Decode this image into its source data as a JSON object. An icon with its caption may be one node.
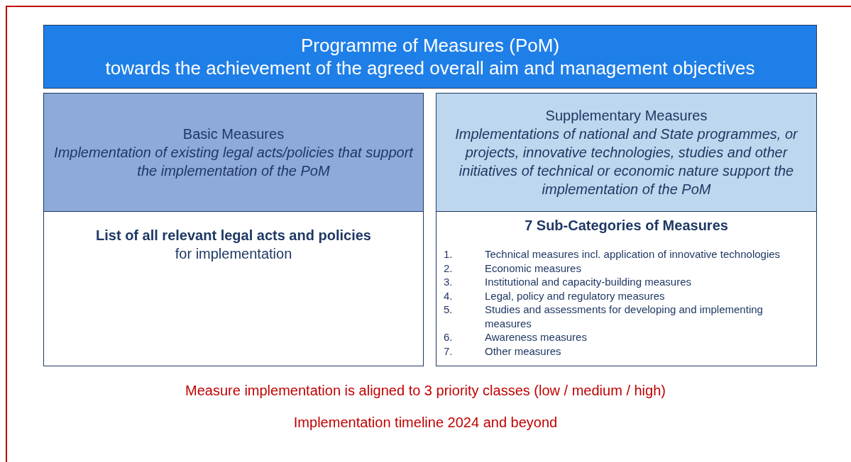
{
  "diagram": {
    "nodes": [
      {
        "text": [
          "Programme of Measures (PoM)",
          "towards the achievement of the agreed overall aim and management objectives"
        ]
      },
      {
        "text": [
          "Basic Measures",
          "Implementation of existing legal acts/policies that support the implementation of the PoM"
        ]
      },
      {
        "text": [
          "Supplementary Measures",
          "Implementations of national and State programmes, or projects, innovative technologies, studies and other initiatives of technical or economic nature support the implementation of the PoM"
        ]
      },
      {
        "text": [
          "List of all relevant legal acts and policies",
          "for implementation"
        ]
      },
      {
        "text": [
          "7 Sub-Categories of Measures",
          "1. Technical measures incl. application of innovative technologies",
          "2. Economic measures",
          "3. Institutional and capacity-building measures",
          "4. Legal, policy and regulatory measures",
          "5. Studies and assessments for developing and implementing measures",
          "6. Awareness measures",
          "7. Other measures"
        ]
      }
    ],
    "labels": [
      "Measure implementation is aligned to 3 priority classes (low / medium / high)",
      "Implementation timeline 2024 and beyond"
    ]
  }
}
